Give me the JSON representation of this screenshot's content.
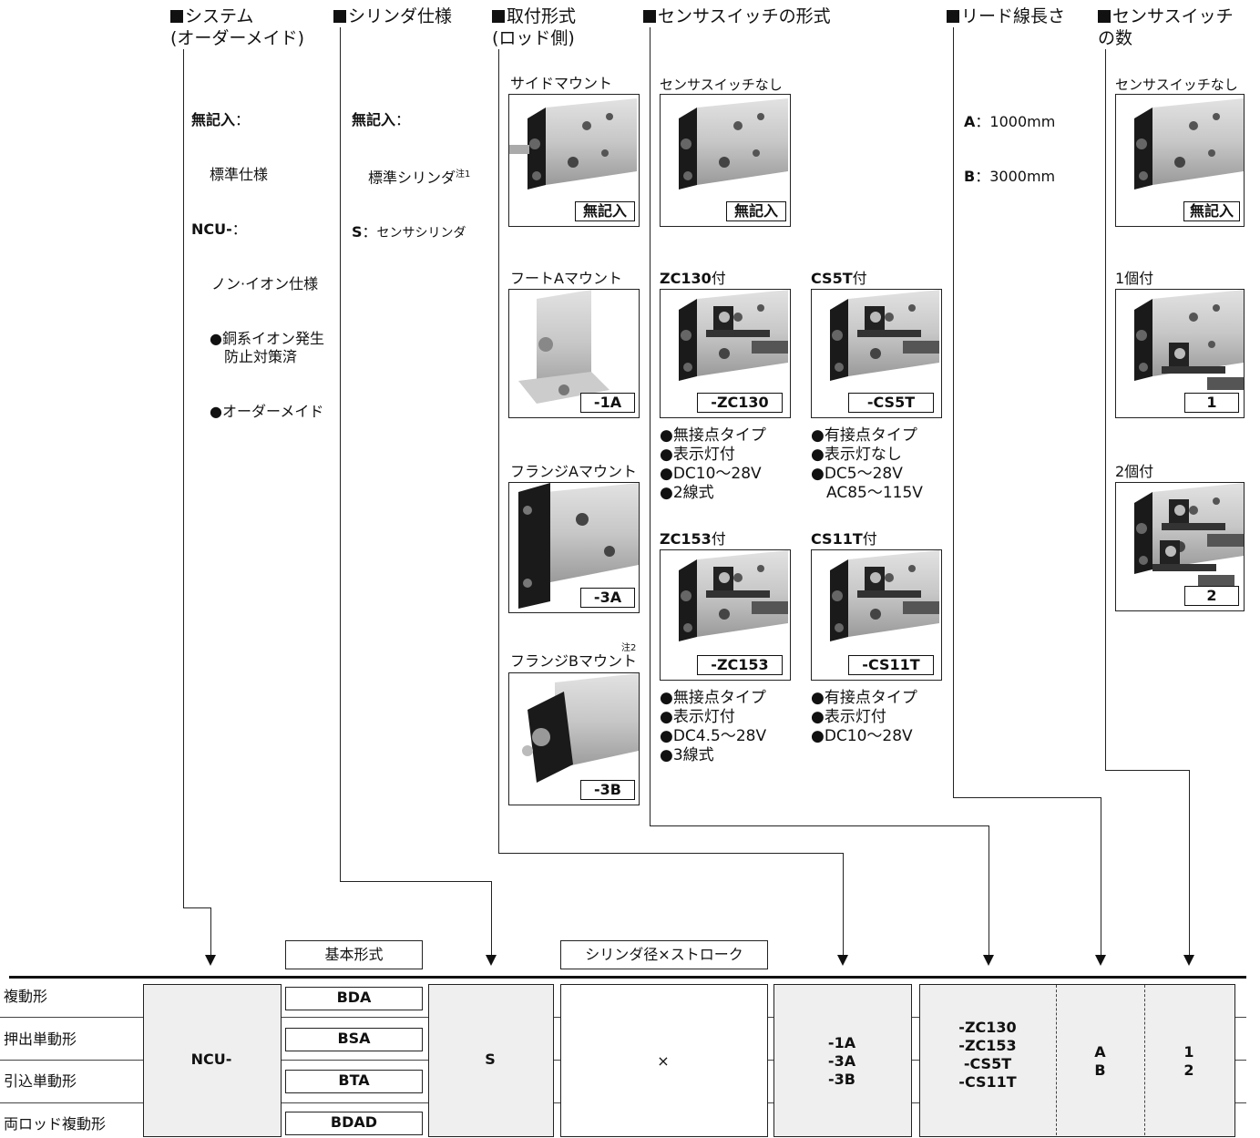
{
  "headers": {
    "system": "システム\n(オーダーメイド)",
    "cylinder_spec": "シリンダ仕様",
    "mount": "取付形式\n(ロッド側)",
    "sensor_type": "センサスイッチの形式",
    "lead_length": "リード線長さ",
    "sensor_count": "センサスイッチ\nの数"
  },
  "system": {
    "blank_label": "無記入",
    "blank_value": "標準仕様",
    "ncu_label": "NCU-",
    "ncu_value": "ノン·イオン仕様",
    "bullet1": "●銅系イオン発生\n　防止対策済",
    "bullet2": "●オーダーメイド"
  },
  "cylinder_spec": {
    "blank_label": "無記入",
    "blank_value": "標準シリンダ",
    "note1": "注1",
    "s_label": "S",
    "s_value": "センサシリンダ"
  },
  "mount": {
    "side": {
      "title": "サイドマウント",
      "code": "無記入"
    },
    "foot": {
      "title": "フートAマウント",
      "code": "-1A"
    },
    "flange_a": {
      "title": "フランジAマウント",
      "code": "-3A"
    },
    "flange_b": {
      "title": "フランジBマウント",
      "note": "注2",
      "code": "-3B"
    }
  },
  "sensor_type": {
    "none": {
      "title": "センサスイッチなし",
      "code": "無記入"
    },
    "zc130": {
      "title_bold": "ZC130",
      "title_suffix": "付",
      "code": "-ZC130",
      "features": "●無接点タイプ\n●表示灯付\n●DC10～28V\n●2線式"
    },
    "cs5t": {
      "title_bold": "CS5T",
      "title_suffix": "付",
      "code": "-CS5T",
      "features": "●有接点タイプ\n●表示灯なし\n●DC5～28V\n　AC85～115V"
    },
    "zc153": {
      "title_bold": "ZC153",
      "title_suffix": "付",
      "code": "-ZC153",
      "features": "●無接点タイプ\n●表示灯付\n●DC4.5～28V\n●3線式"
    },
    "cs11t": {
      "title_bold": "CS11T",
      "title_suffix": "付",
      "code": "-CS11T",
      "features": "●有接点タイプ\n●表示灯付\n●DC10～28V"
    }
  },
  "lead_length": {
    "a_label": "A",
    "a_value": "1000mm",
    "b_label": "B",
    "b_value": "3000mm"
  },
  "sensor_count": {
    "none": {
      "title": "センサスイッチなし",
      "code": "無記入"
    },
    "one": {
      "title": "1個付",
      "code": "1"
    },
    "two": {
      "title": "2個付",
      "code": "2"
    }
  },
  "bottom": {
    "basic_model_label": "基本形式",
    "bore_stroke_label": "シリンダ径×ストローク",
    "rows": [
      "複動形",
      "押出単動形",
      "引込単動形",
      "両ロッド複動形"
    ],
    "system_code": "NCU-",
    "models": [
      "BDA",
      "BSA",
      "BTA",
      "BDAD"
    ],
    "spec_code": "S",
    "times": "×",
    "mount_codes": "-1A\n-3A\n-3B",
    "sensor_codes": "-ZC130\n-ZC153\n-CS5T\n-CS11T",
    "lead_codes": "A\nB",
    "count_codes": "1\n2"
  },
  "colors": {
    "box_fill": "#efefef",
    "line": "#222222"
  }
}
